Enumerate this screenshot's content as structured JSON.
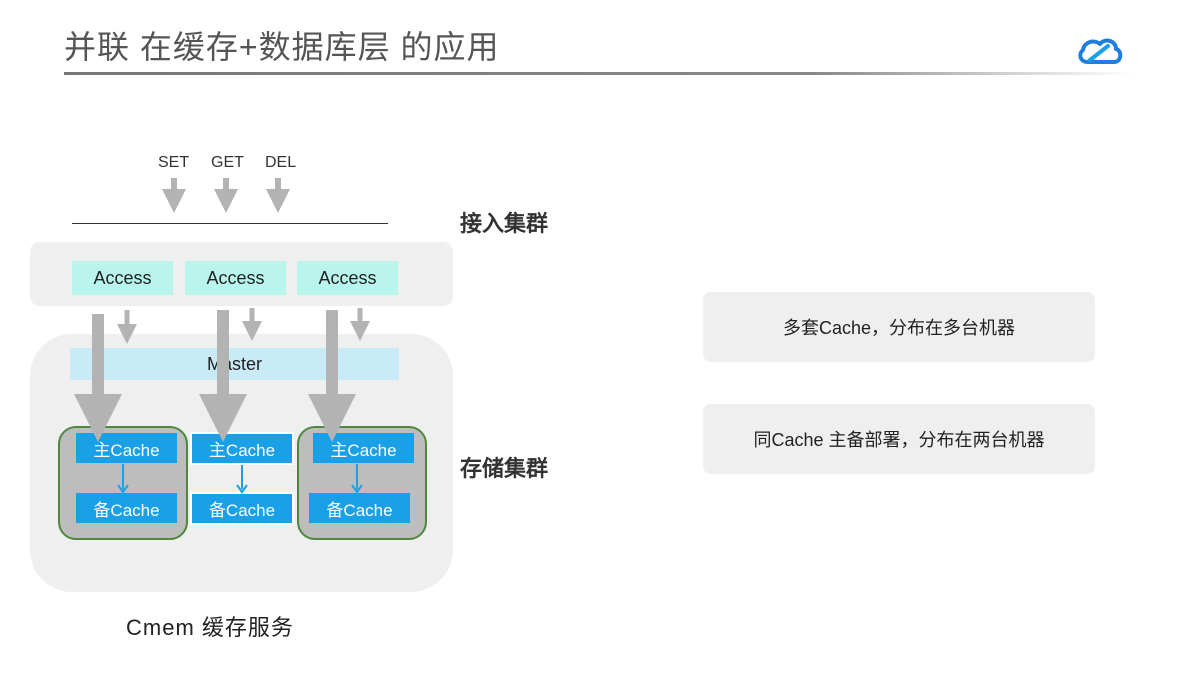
{
  "header": {
    "title": "并联 在缓存+数据库层 的应用",
    "logo_icon": "cloud-icon"
  },
  "diagram": {
    "ops": [
      "SET",
      "GET",
      "DEL"
    ],
    "access_nodes": [
      "Access",
      "Access",
      "Access"
    ],
    "master": "Master",
    "groups": [
      {
        "primary": "主Cache",
        "backup": "备Cache"
      },
      {
        "primary": "主Cache",
        "backup": "备Cache"
      },
      {
        "primary": "主Cache",
        "backup": "备Cache"
      }
    ],
    "label_access_cluster": "接入集群",
    "label_storage_cluster": "存储集群",
    "caption": "Cmem 缓存服务"
  },
  "notes": [
    "多套Cache，分布在多台机器",
    "同Cache 主备部署，分布在两台机器"
  ],
  "colors": {
    "access": "#b9f5ec",
    "master": "#c9eaf7",
    "cache": "#1aa0e6",
    "group_border": "#4b8a3a",
    "arrow": "#b3b3b3"
  }
}
